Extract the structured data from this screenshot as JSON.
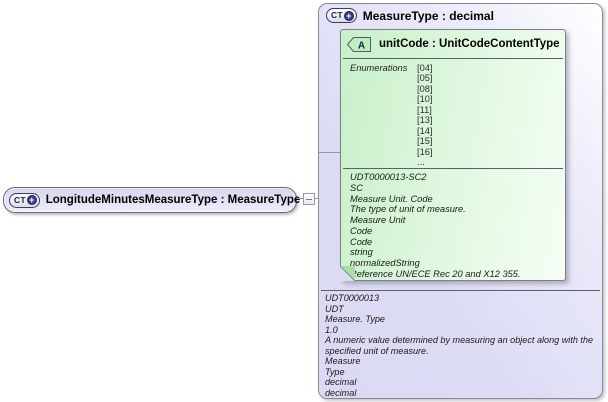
{
  "icons": {
    "ct_label": "CT",
    "ct_plus": "+",
    "attr_label": "A"
  },
  "element": {
    "title": "LongitudeMinutesMeasureType : MeasureType"
  },
  "type_box": {
    "title": "MeasureType : decimal",
    "annotation": [
      "UDT0000013",
      "UDT",
      "Measure. Type",
      "1.0",
      "A numeric value determined by measuring an object along with the specified unit of measure.",
      "Measure",
      "Type",
      "decimal",
      "decimal"
    ]
  },
  "attribute_box": {
    "title": "unitCode : UnitCodeContentType",
    "enumerations_label": "Enumerations",
    "enumerations": [
      "[04]",
      "[05]",
      "[08]",
      "[10]",
      "[11]",
      "[13]",
      "[14]",
      "[15]",
      "[16]",
      "..."
    ],
    "annotation": [
      "UDT0000013-SC2",
      "SC",
      "Measure Unit. Code",
      "The type of unit of measure.",
      "Measure Unit",
      "Code",
      "Code",
      "string",
      "normalizedString",
      "Reference UN/ECE Rec 20 and X12 355."
    ]
  },
  "colors": {
    "box_fill": "#dcdcf5",
    "attr_fill": "#c8f0c8",
    "border": "#8a8a96",
    "icon_navy": "#3c3c8e",
    "separator": "#5d5d6e"
  }
}
